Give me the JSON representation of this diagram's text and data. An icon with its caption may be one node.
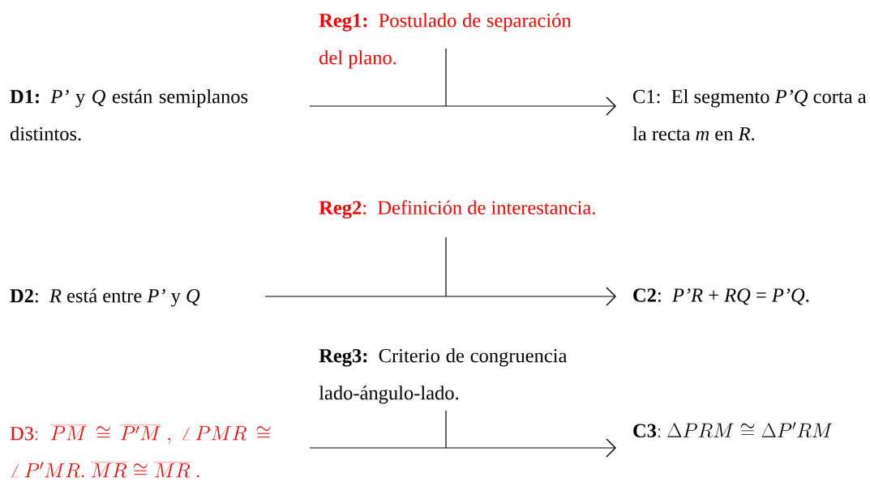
{
  "diagram": {
    "nodes": [
      {
        "text": [
          "**D1:** *P’* y *Q* están semiplanos distintos."
        ]
      },
      {
        "text": [
          "C1: El segmento *P’Q* corta a la recta *m* en *R*."
        ]
      },
      {
        "text": [
          "**D2**: *R* está entre *P’* y *Q*"
        ]
      },
      {
        "text": [
          "**C2**: *P’R* + *RQ* = *P’Q*."
        ]
      },
      {
        "text": [
          "\\mathrm{D3{:}}\\ \\ \\overline{PM} \\cong \\overline{P'M}\\ ,\\allowbreak\\ \\angle\\, PMR \\cong\\ \\angle\\, P'MR.\\ \\overline{MR} \\cong \\overline{MR}\\ ."
        ]
      },
      {
        "text": [
          "\\mathbf{C3{:}}\\ \\Delta PRM \\cong \\Delta P'RM"
        ]
      }
    ],
    "edges": [
      {
        "from": 0,
        "to": 1,
        "arrow": "to",
        "label": "**Reg1:** Postulado de separación del plano."
      },
      {
        "from": 2,
        "to": 3,
        "arrow": "to",
        "label": "**Reg2**: Definición de interestancia."
      },
      {
        "from": 4,
        "to": 5,
        "arrow": "to",
        "label": "**Reg3:** Criterio de congruencia lado-ángulo-lado."
      }
    ]
  }
}
